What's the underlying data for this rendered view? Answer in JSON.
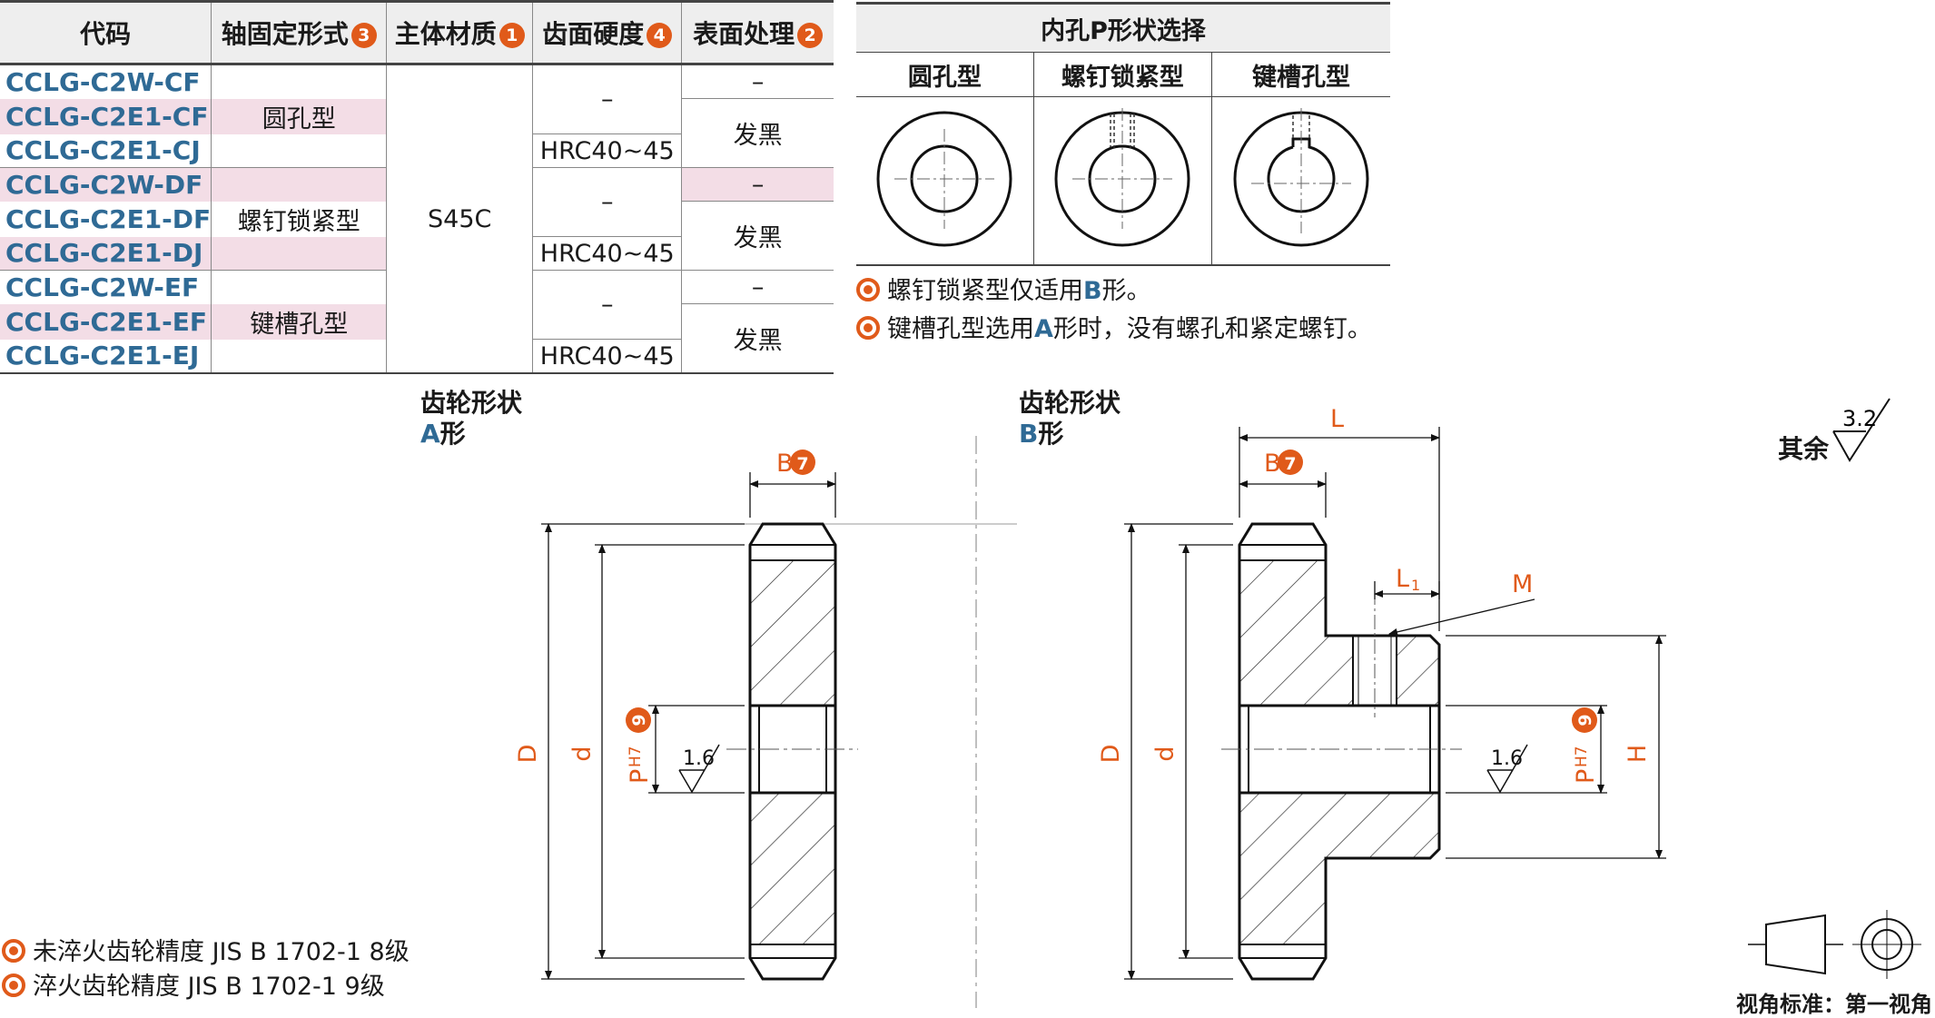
{
  "spec_table": {
    "headers": [
      {
        "label": "代码",
        "badge": ""
      },
      {
        "label": "轴固定形式",
        "badge": "3"
      },
      {
        "label": "主体材质",
        "badge": "1"
      },
      {
        "label": "齿面硬度",
        "badge": "4"
      },
      {
        "label": "表面处理",
        "badge": "2"
      }
    ],
    "codes": [
      "CCLG-C2W-CF",
      "CCLG-C2E1-CF",
      "CCLG-C2E1-CJ",
      "CCLG-C2W-DF",
      "CCLG-C2E1-DF",
      "CCLG-C2E1-DJ",
      "CCLG-C2W-EF",
      "CCLG-C2E1-EF",
      "CCLG-C2E1-EJ"
    ],
    "fix_types": [
      "圆孔型",
      "螺钉锁紧型",
      "键槽孔型"
    ],
    "material": "S45C",
    "hardness": [
      "–",
      "HRC40~45",
      "–",
      "HRC40~45",
      "–",
      "HRC40~45"
    ],
    "surface": [
      "–",
      "发黑",
      "–",
      "发黑",
      "–",
      "发黑"
    ]
  },
  "bore_table": {
    "title": "内孔P形状选择",
    "types": [
      "圆孔型",
      "螺钉锁紧型",
      "键槽孔型"
    ]
  },
  "bore_notes": [
    {
      "pre": "螺钉锁紧型仅适用",
      "em": "B",
      "post": "形。"
    },
    {
      "pre": "键槽孔型选用",
      "em": "A",
      "post": "形时，没有螺孔和紧定螺钉。"
    }
  ],
  "gear_a": {
    "title": "齿轮形状",
    "type_em": "A",
    "type_suffix": "形"
  },
  "gear_b": {
    "title": "齿轮形状",
    "type_em": "B",
    "type_suffix": "形"
  },
  "dims": {
    "B": "B",
    "B_badge": "7",
    "D": "D",
    "d": "d",
    "P": "P",
    "H7": "H7",
    "P_badge": "9",
    "roughness": "1.6",
    "L": "L",
    "L1": "L",
    "L1_sub": "1",
    "M": "M",
    "H": "H"
  },
  "roughness_note": {
    "label": "其余",
    "value": "3.2"
  },
  "precision_notes": [
    "未淬火齿轮精度 JIS B 1702-1 8级",
    "淬火齿轮精度 JIS B 1702-1 9级"
  ],
  "view_standard": "视角标准：第一视角",
  "colors": {
    "accent": "#e05a1a",
    "code_blue": "#2f6a95",
    "row_pink": "#f3dde6",
    "header_gray": "#eeeeee"
  }
}
